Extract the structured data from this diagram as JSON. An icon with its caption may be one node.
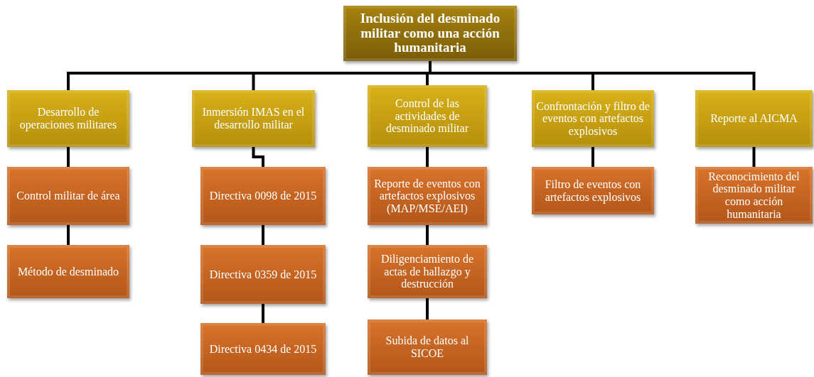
{
  "diagram": {
    "nodes": [
      {
        "text": [
          "Inclusión del desminado militar como una acción humanitaria"
        ]
      },
      {
        "text": [
          "Desarrollo de operaciones militares"
        ]
      },
      {
        "text": [
          "Inmersión IMAS en el desarrollo militar"
        ]
      },
      {
        "text": [
          "Control de las actividades de desminado militar"
        ]
      },
      {
        "text": [
          "Confrontación y filtro de eventos con artefactos explosivos"
        ]
      },
      {
        "text": [
          "Reporte al AICMA"
        ]
      },
      {
        "text": [
          "Control militar de área"
        ]
      },
      {
        "text": [
          "Método de desminado"
        ]
      },
      {
        "text": [
          "Directiva 0098 de 2015"
        ]
      },
      {
        "text": [
          "Directiva 0359 de 2015"
        ]
      },
      {
        "text": [
          "Directiva 0434 de 2015"
        ]
      },
      {
        "text": [
          "Reporte de eventos con artefactos explosivos (MAP/MSE/AEI)"
        ]
      },
      {
        "text": [
          "Diligenciamiento de actas de hallazgo y destrucción"
        ]
      },
      {
        "text": [
          "Subida de datos al SICOE"
        ]
      },
      {
        "text": [
          "Filtro de eventos con artefactos explosivos"
        ]
      },
      {
        "text": [
          "Reconocimiento del desminado militar como acción humanitaria"
        ]
      }
    ],
    "edges": [
      {
        "from": 0,
        "to": 1,
        "arrow": "none"
      },
      {
        "from": 0,
        "to": 2,
        "arrow": "none"
      },
      {
        "from": 0,
        "to": 3,
        "arrow": "none"
      },
      {
        "from": 0,
        "to": 4,
        "arrow": "none"
      },
      {
        "from": 0,
        "to": 5,
        "arrow": "none"
      },
      {
        "from": 1,
        "to": 6,
        "arrow": "none"
      },
      {
        "from": 6,
        "to": 7,
        "arrow": "none"
      },
      {
        "from": 2,
        "to": 8,
        "arrow": "none"
      },
      {
        "from": 8,
        "to": 9,
        "arrow": "none"
      },
      {
        "from": 9,
        "to": 10,
        "arrow": "none"
      },
      {
        "from": 3,
        "to": 11,
        "arrow": "none"
      },
      {
        "from": 11,
        "to": 12,
        "arrow": "none"
      },
      {
        "from": 12,
        "to": 13,
        "arrow": "none"
      },
      {
        "from": 4,
        "to": 14,
        "arrow": "none"
      },
      {
        "from": 5,
        "to": 15,
        "arrow": "none"
      }
    ]
  }
}
